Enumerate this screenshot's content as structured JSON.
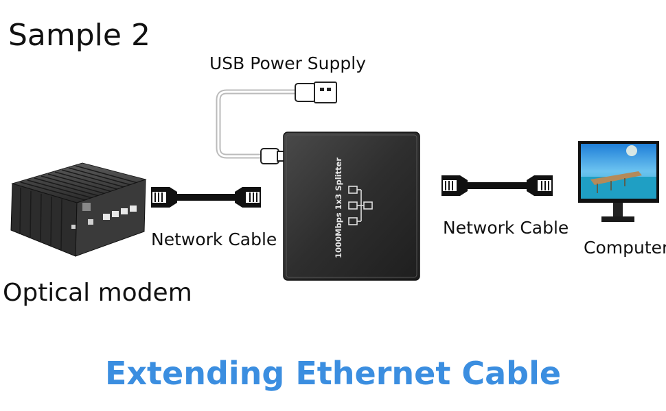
{
  "sample_title": "Sample 2",
  "usb_power_label": "USB Power Supply",
  "network_cable_left_label": "Network Cable",
  "network_cable_right_label": "Network Cable",
  "modem_label": "Optical modem",
  "computer_label": "Computer",
  "splitter_text": "1000Mbps 1x3 Splitter",
  "footer_title": "Extending Ethernet Cable",
  "colors": {
    "footer": "#3b8ee0",
    "splitter_body": "#2b2b2b",
    "cable": "#111111",
    "usb_cable": "#c9c9c9"
  }
}
